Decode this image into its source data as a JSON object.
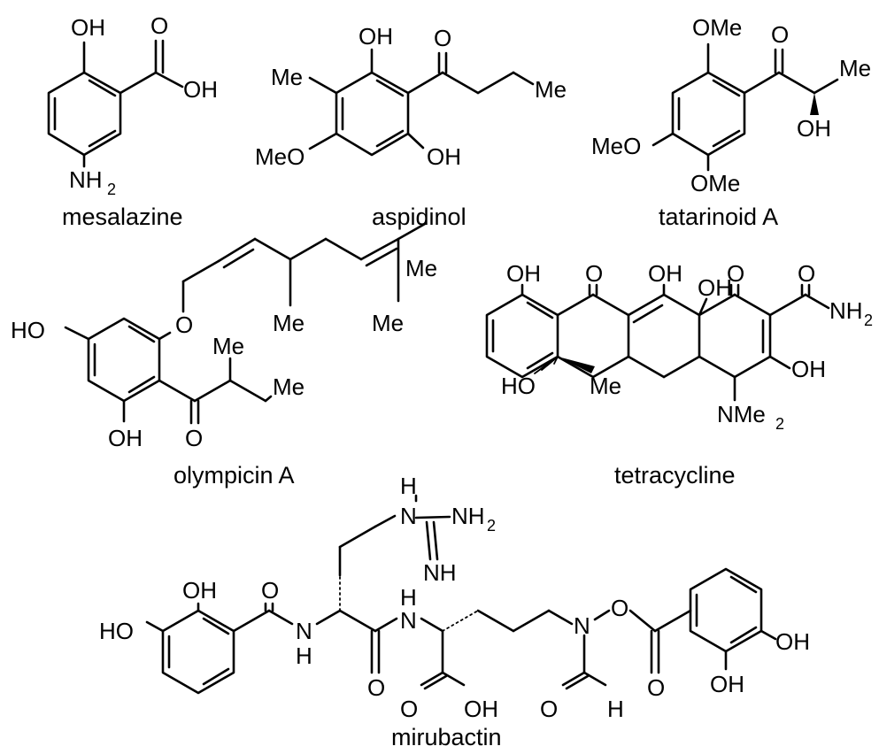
{
  "compounds": {
    "mesalazine": {
      "name": "mesalazine",
      "labels": {
        "oh_top": "OH",
        "acid_o": "O",
        "acid_oh": "OH",
        "nh2_n": "NH",
        "nh2_sub": "2"
      }
    },
    "aspidinol": {
      "name": "aspidinol",
      "labels": {
        "oh_top": "OH",
        "ketone_o": "O",
        "me_chain": "Me",
        "me_ring": "Me",
        "meo": "MeO",
        "oh_bottom": "OH"
      }
    },
    "tatarinoid_a": {
      "name": "tatarinoid A",
      "labels": {
        "ome_top": "OMe",
        "ketone_o": "O",
        "me": "Me",
        "oh": "OH",
        "meo": "MeO",
        "ome_bottom": "OMe"
      }
    },
    "olympicin_a": {
      "name": "olympicin A",
      "labels": {
        "me_tail_top": "Me",
        "me_tail_bottom": "Me",
        "me_branch": "Me",
        "ether_o": "O",
        "ho": "HO",
        "me_side": "Me",
        "me_ethyl": "Me",
        "ketone_o": "O",
        "oh_bottom": "OH"
      }
    },
    "tetracycline": {
      "name": "tetracycline",
      "labels": {
        "oh_phenol": "OH",
        "o_c11": "O",
        "oh_c12": "OH",
        "oh_c12a": "OH",
        "o_c1": "O",
        "amide_o": "O",
        "nh2_n": "NH",
        "nh2_sub": "2",
        "oh_c3": "OH",
        "ho_c6": "HO",
        "me_c6": "Me",
        "nme2_n": "NMe",
        "nme2_sub": "2"
      }
    },
    "mirubactin": {
      "name": "mirubactin",
      "labels": {
        "guan_h": "H",
        "guan_n": "N",
        "guan_nh2": "NH",
        "guan_nh2_sub": "2",
        "guan_imine": "NH",
        "oh_cat_left": "OH",
        "ho_cat_left": "HO",
        "amide1_o": "O",
        "amide1_n": "N",
        "amide1_h": "H",
        "amide2_o": "O",
        "amide2_n": "N",
        "amide2_h": "H",
        "acid_o": "O",
        "acid_oh": "OH",
        "hydroxamate_n": "N",
        "hydroxamate_o": "O",
        "ester_o": "O",
        "formyl_o": "O",
        "formyl_h": "H",
        "oh_cat_right_top": "OH",
        "oh_cat_right_bottom": "OH"
      }
    }
  }
}
